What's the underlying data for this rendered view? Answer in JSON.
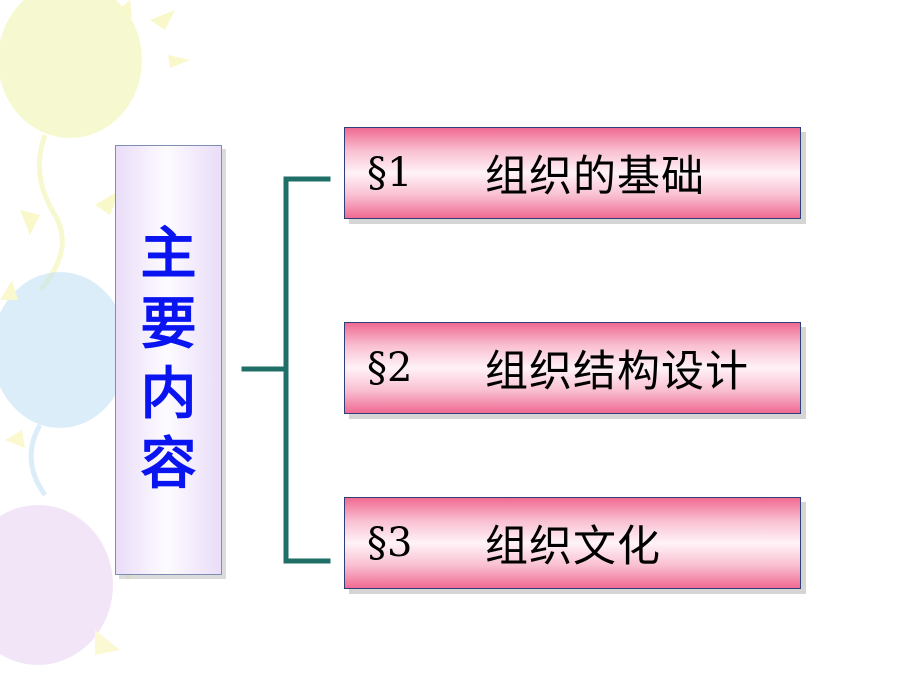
{
  "title": {
    "chars": [
      "主",
      "要",
      "内",
      "容"
    ]
  },
  "sections": [
    {
      "num": "§1",
      "title": "组织的基础"
    },
    {
      "num": "§2",
      "title": "组织结构设计"
    },
    {
      "num": "§3",
      "title": "组织文化"
    }
  ],
  "colors": {
    "title_text": "#0a14f0",
    "connector": "#1f6f68",
    "section_fill": "#f06a93",
    "title_fill": "#e9ddf8"
  }
}
